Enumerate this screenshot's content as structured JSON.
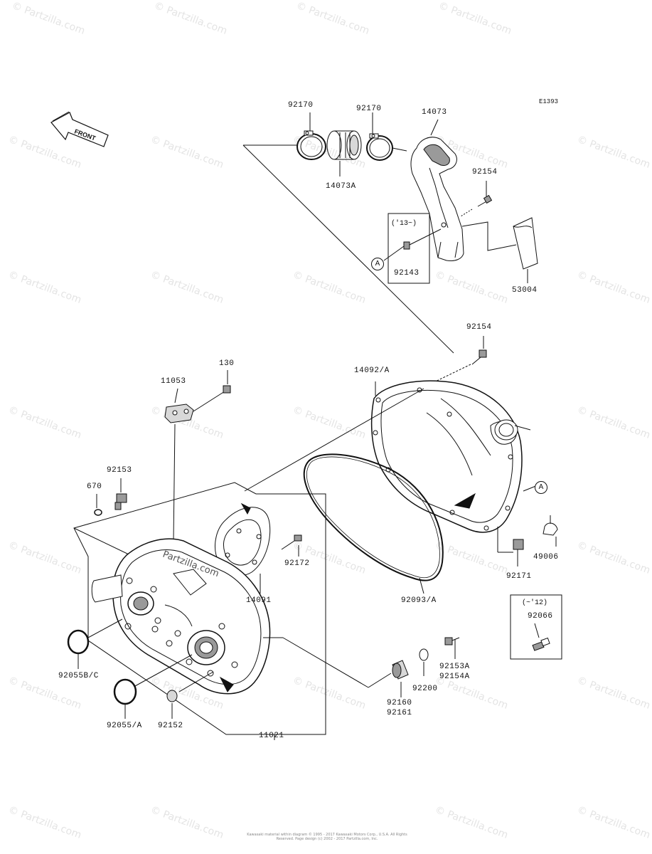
{
  "diagram": {
    "code": "E1393",
    "front_label": "FRONT",
    "year_note_from": "('13~)",
    "year_note_until": "(~'12)",
    "ref_a_label": "A",
    "watermark_text": "© Partzilla.com",
    "center_watermark": "Partzilla.com",
    "copyright": "Kawasaki material within diagram © 1995 - 2017 Kawasaki Motors Corp., U.S.A. All Rights Reserved. Page design (c) 2002 - 2017 Partzilla.com, Inc."
  },
  "parts": {
    "p92170a": "92170",
    "p92170b": "92170",
    "p14073": "14073",
    "p14073a": "14073A",
    "p92154a": "92154",
    "p92143": "92143",
    "p53004": "53004",
    "p92154b": "92154",
    "p14092": "14092/A",
    "p130": "130",
    "p11053": "11053",
    "p92153": "92153",
    "p670": "670",
    "p92172": "92172",
    "p14091": "14091",
    "p92093": "92093/A",
    "p49006": "49006",
    "p92171": "92171",
    "p92066": "92066",
    "p92055bc": "92055B/C",
    "p92055a": "92055/A",
    "p92152": "92152",
    "p11021": "11021",
    "p92160": "92160",
    "p92161": "92161",
    "p92200": "92200",
    "p92153a": "92153A",
    "p92154a2": "92154A"
  },
  "colors": {
    "line": "#111111",
    "shade": "#9a9a9a",
    "light": "#d8d8d8",
    "watermark": "#e4e4e4"
  }
}
